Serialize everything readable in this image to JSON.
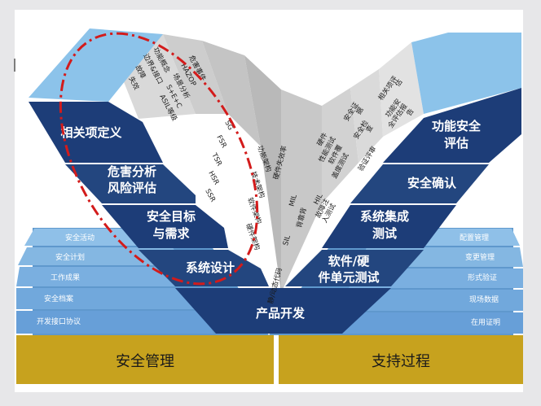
{
  "colors": {
    "navy": "#1d3d78",
    "light_blue": "#7fb2df",
    "sky_blue": "#93c4ea",
    "gold": "#c7a21e",
    "gray_face": "#cfcfcf",
    "red_dash": "#d31b1b"
  },
  "left_v": {
    "blocks": [
      {
        "label": "相关项定义"
      },
      {
        "label": "危害分析",
        "label2": "风险评估"
      },
      {
        "label": "安全目标",
        "label2": "与需求"
      },
      {
        "label": "系统设计"
      }
    ],
    "work_products": [
      [
        "功能概念",
        "边界&接口",
        "故障",
        "失效"
      ],
      [
        "危害事件",
        "HAZOP",
        "场景分析",
        "S+E+C",
        "ASIL等级"
      ],
      [
        "SG",
        "FSR",
        "TSR",
        "HSR",
        "SSR"
      ],
      [
        "功能架构",
        "技术架构",
        "软件架构",
        "硬件架构"
      ]
    ]
  },
  "right_v": {
    "blocks": [
      {
        "label": "功能安全",
        "label2": "评估"
      },
      {
        "label": "安全确认"
      },
      {
        "label": "系统集成",
        "label2": "测试"
      },
      {
        "label": "软件/硬",
        "label2": "件单元测试"
      }
    ],
    "work_products": [
      [
        "硬件失效率",
        "MIL",
        "背靠背",
        "SIL",
        "静/动态代码"
      ],
      [
        "硬件",
        "性能测试",
        "软件覆",
        "盖度测试",
        "HIL",
        "故障注",
        "入测试"
      ],
      [
        "安全证",
        "据",
        "安全检",
        "查",
        "验证评审"
      ],
      [
        "相关项评",
        "估",
        "功能安",
        "全评估报",
        "告"
      ]
    ]
  },
  "center": {
    "label": "产品开发"
  },
  "left_steps": [
    "安全活动",
    "安全计划",
    "工作成果",
    "安全档案",
    "开发接口协议"
  ],
  "right_steps": [
    "配置管理",
    "变更管理",
    "形式验证",
    "现场数据",
    "在用证明"
  ],
  "bottom": {
    "left": "安全管理",
    "right": "支持过程"
  }
}
